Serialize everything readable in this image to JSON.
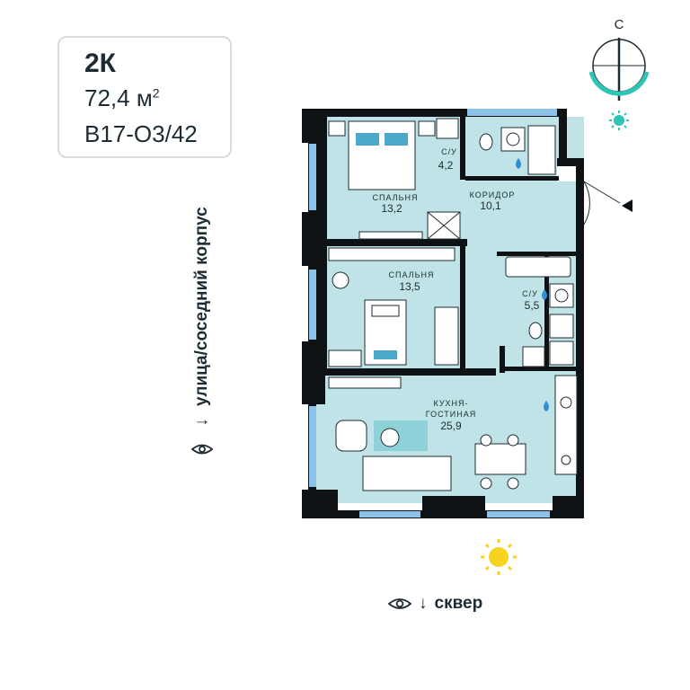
{
  "apartment": {
    "type": "2К",
    "area_value": "72,4 м",
    "area_unit_sup": "2",
    "code": "В17-О3/42"
  },
  "compass": {
    "north_letter": "С"
  },
  "orientation": {
    "side_view": "улица/соседний корпус",
    "bottom_view": "сквер"
  },
  "rooms": {
    "bathroom_small": {
      "name": "С/У",
      "area": "4,2"
    },
    "bedroom_1": {
      "name": "СПАЛЬНЯ",
      "area": "13,2"
    },
    "corridor": {
      "name": "КОРИДОР",
      "area": "10,1"
    },
    "bedroom_2": {
      "name": "СПАЛЬНЯ",
      "area": "13,5"
    },
    "bathroom_large": {
      "name": "С/У",
      "area": "5,5"
    },
    "kitchen_living_line1": "КУХНЯ-",
    "kitchen_living_line2": "ГОСТИНАЯ",
    "kitchen_living_area": "25,9"
  },
  "colors": {
    "floor": "#bfe3e6",
    "wall": "#0f1215",
    "window": "#8cc3ea",
    "accent": "#2ec4b6",
    "sun": "#f7d21e",
    "water": "#2f8fd6",
    "furniture": "#ffffff"
  }
}
